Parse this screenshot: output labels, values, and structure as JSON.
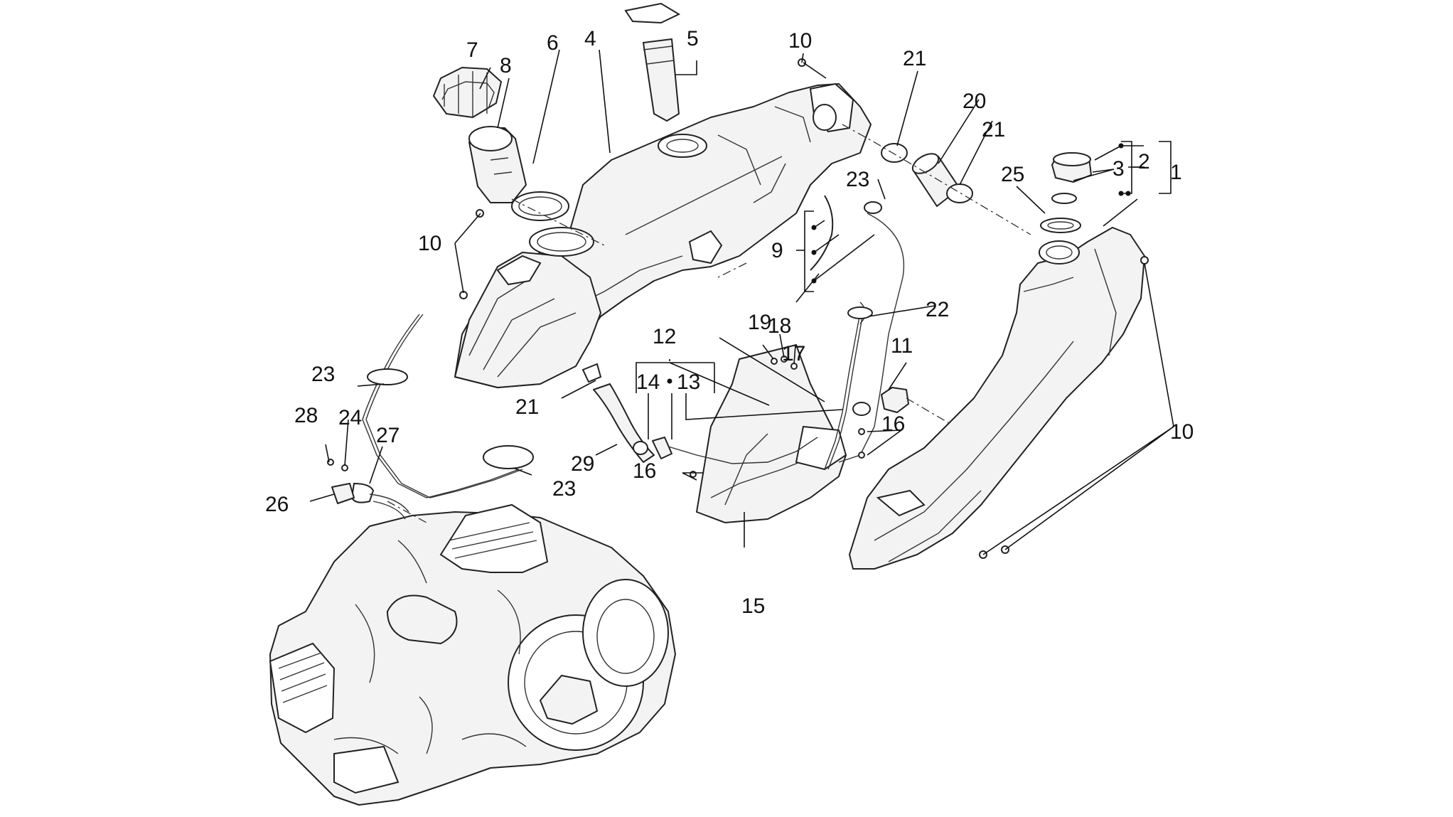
{
  "callouts": [
    {
      "id": "c1",
      "text": "1"
    },
    {
      "id": "c2",
      "text": "2"
    },
    {
      "id": "c3",
      "text": "3"
    },
    {
      "id": "c4",
      "text": "4"
    },
    {
      "id": "c5",
      "text": "5"
    },
    {
      "id": "c6",
      "text": "6"
    },
    {
      "id": "c7",
      "text": "7"
    },
    {
      "id": "c8",
      "text": "8"
    },
    {
      "id": "c9",
      "text": "9"
    },
    {
      "id": "c10a",
      "text": "10"
    },
    {
      "id": "c10b",
      "text": "10"
    },
    {
      "id": "c10c",
      "text": "10"
    },
    {
      "id": "c11",
      "text": "11"
    },
    {
      "id": "c12",
      "text": "12"
    },
    {
      "id": "c13",
      "text": "13"
    },
    {
      "id": "c14",
      "text": "14"
    },
    {
      "id": "c15",
      "text": "15"
    },
    {
      "id": "c16a",
      "text": "16"
    },
    {
      "id": "c16b",
      "text": "16"
    },
    {
      "id": "c17",
      "text": "17"
    },
    {
      "id": "c18",
      "text": "18"
    },
    {
      "id": "c19",
      "text": "19"
    },
    {
      "id": "c20",
      "text": "20"
    },
    {
      "id": "c21a",
      "text": "21"
    },
    {
      "id": "c21b",
      "text": "21"
    },
    {
      "id": "c21c",
      "text": "21"
    },
    {
      "id": "c22",
      "text": "22"
    },
    {
      "id": "c23a",
      "text": "23"
    },
    {
      "id": "c23b",
      "text": "23"
    },
    {
      "id": "c23c",
      "text": "23"
    },
    {
      "id": "c24",
      "text": "24"
    },
    {
      "id": "c25",
      "text": "25"
    },
    {
      "id": "c26",
      "text": "26"
    },
    {
      "id": "c27",
      "text": "27"
    },
    {
      "id": "c28",
      "text": "28"
    },
    {
      "id": "c29",
      "text": "29"
    }
  ]
}
